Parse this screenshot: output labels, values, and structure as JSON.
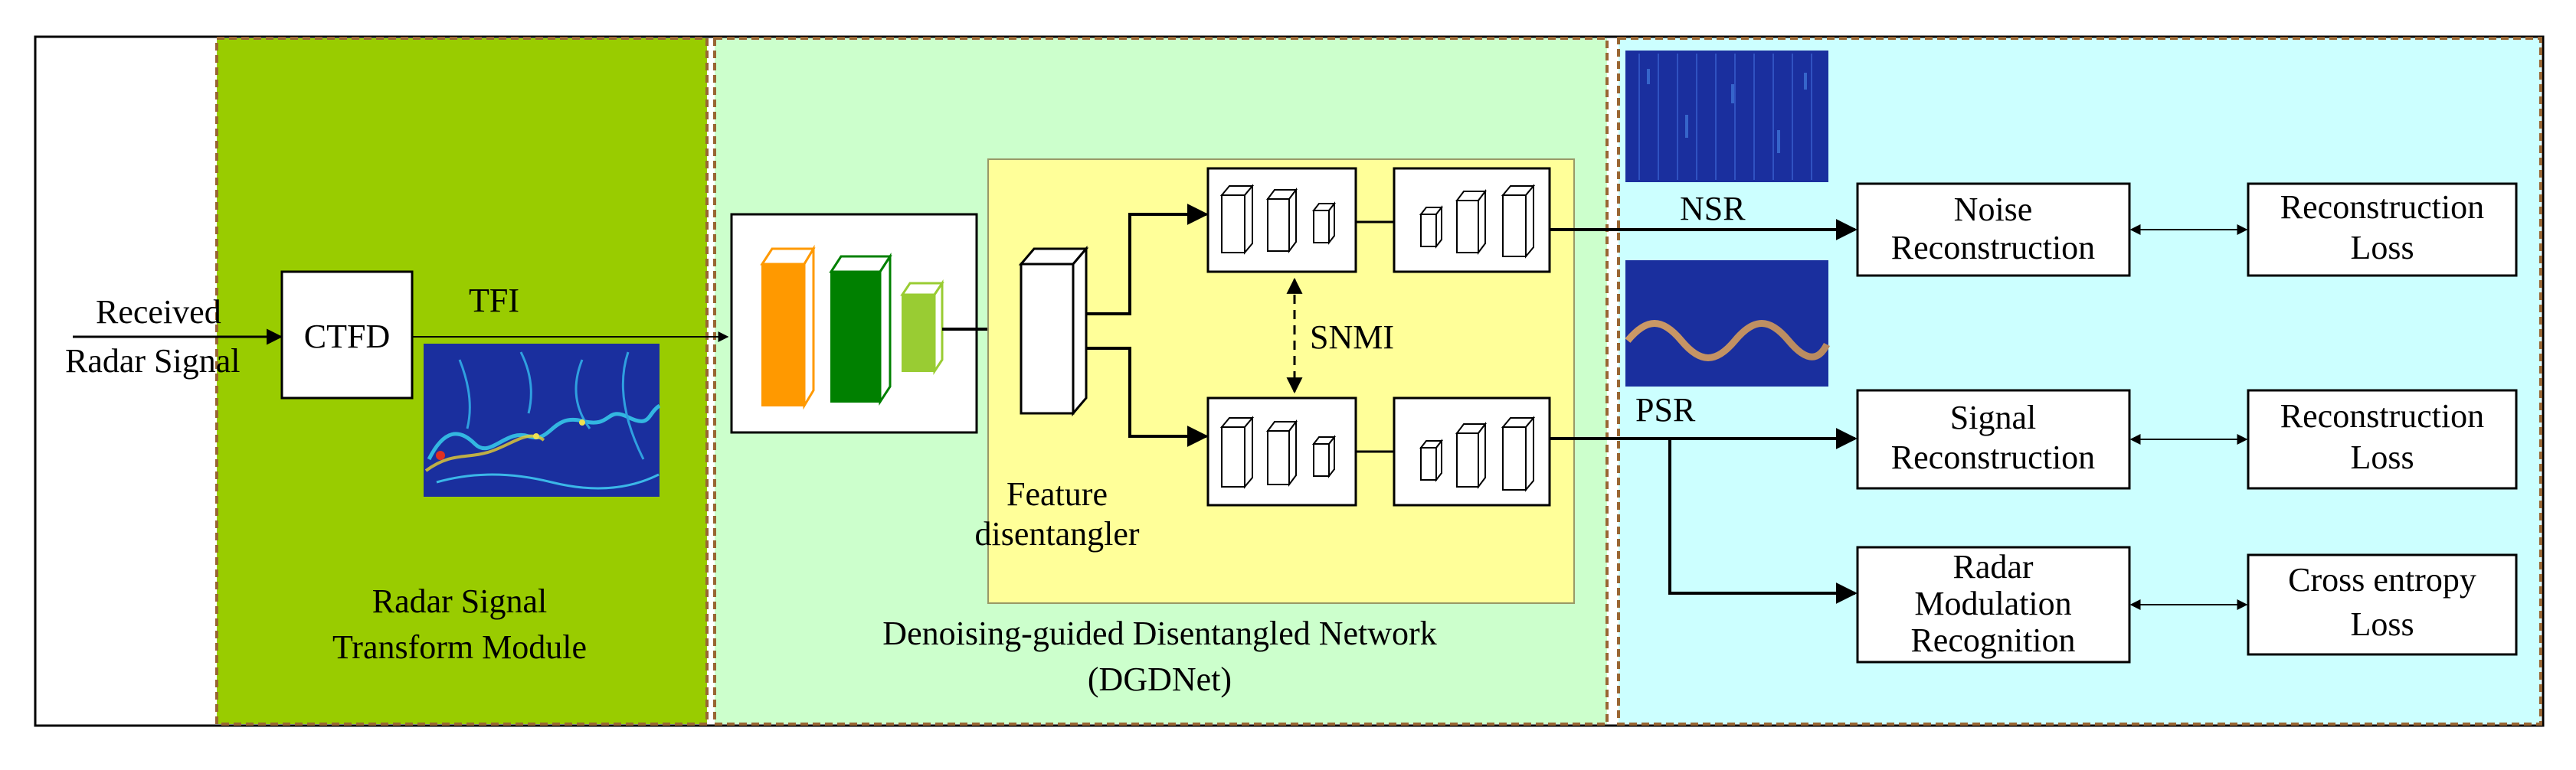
{
  "input": {
    "label_line1": "Received",
    "label_line2": "Radar Signal"
  },
  "ctfd": {
    "label": "CTFD"
  },
  "tfi": {
    "label": "TFI"
  },
  "transform_module": {
    "line1": "Radar Signal",
    "line2": "Transform Module"
  },
  "dgdnet": {
    "line1": "Denoising-guided Disentangled Network",
    "line2": "(DGDNet)"
  },
  "feature_disentangler": {
    "line1": "Feature",
    "line2": "disentangler"
  },
  "snmi": {
    "label": "SNMI"
  },
  "nsr": {
    "label": "NSR"
  },
  "psr": {
    "label": "PSR"
  },
  "noise_reconstruction": {
    "line1": "Noise",
    "line2": "Reconstruction"
  },
  "signal_reconstruction": {
    "line1": "Signal",
    "line2": "Reconstruction"
  },
  "radar_modulation_recognition": {
    "line1": "Radar",
    "line2": "Modulation",
    "line3": "Recognition"
  },
  "reconstruction_loss_1": {
    "line1": "Reconstruction",
    "line2": "Loss"
  },
  "reconstruction_loss_2": {
    "line1": "Reconstruction",
    "line2": "Loss"
  },
  "cross_entropy_loss": {
    "line1": "Cross entropy",
    "line2": "Loss"
  },
  "colors": {
    "transform_region": "#99cc00",
    "dgdnet_region": "#ccffcc",
    "output_region": "#ccffff",
    "disentangler_panel": "#ffff99",
    "dashed_border": "#996633",
    "orange_block": "#ff9900",
    "dark_green_block": "#008000",
    "light_green_block": "#99cc33",
    "heatmap_bg": "#1a2f9e"
  }
}
